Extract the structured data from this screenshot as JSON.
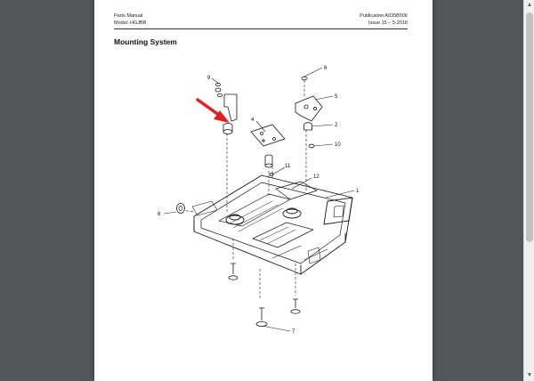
{
  "header": {
    "left_line1": "Parts Manual",
    "left_line2": "Model: HGJBB",
    "right_line1": "Publication A035B506",
    "right_line2": "Issue 15 – 5-2018"
  },
  "section_title": "Mounting System",
  "callouts": [
    "1",
    "2",
    "4",
    "5",
    "6",
    "7",
    "8",
    "9",
    "10",
    "11",
    "12"
  ],
  "colors": {
    "viewer_background": "#525659",
    "page": "#ffffff",
    "arrow": "#e02020"
  },
  "icons": {
    "arrow": "red-pointer-arrow",
    "scroll_up": "chevron-up-icon",
    "scroll_down": "chevron-down-icon"
  }
}
